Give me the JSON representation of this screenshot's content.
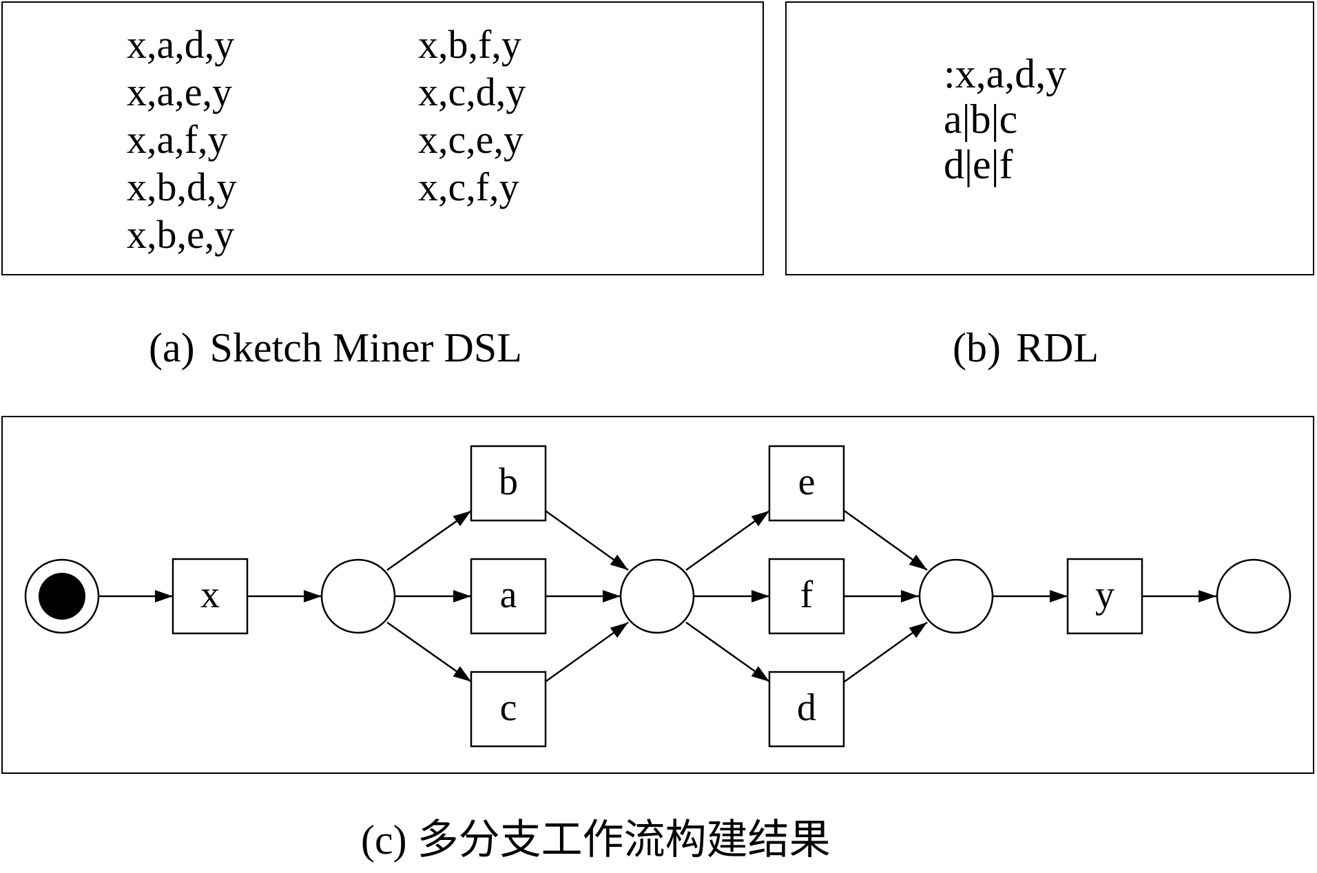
{
  "panel_a": {
    "column_1": [
      "x,a,d,y",
      "x,a,e,y",
      "x,a,f,y",
      "x,b,d,y",
      "x,b,e,y"
    ],
    "column_2": [
      "x,b,f,y",
      "x,c,d,y",
      "x,c,e,y",
      "x,c,f,y"
    ],
    "caption_label": "(a)",
    "caption_text": "Sketch Miner DSL"
  },
  "panel_b": {
    "lines": [
      ":x,a,d,y",
      "a|b|c",
      "d|e|f"
    ],
    "caption_label": "(b)",
    "caption_text": "RDL"
  },
  "panel_c": {
    "caption_label": "(c)",
    "caption_text": "多分支工作流构建结果",
    "transitions": [
      "x",
      "b",
      "a",
      "c",
      "e",
      "f",
      "d",
      "y"
    ]
  }
}
